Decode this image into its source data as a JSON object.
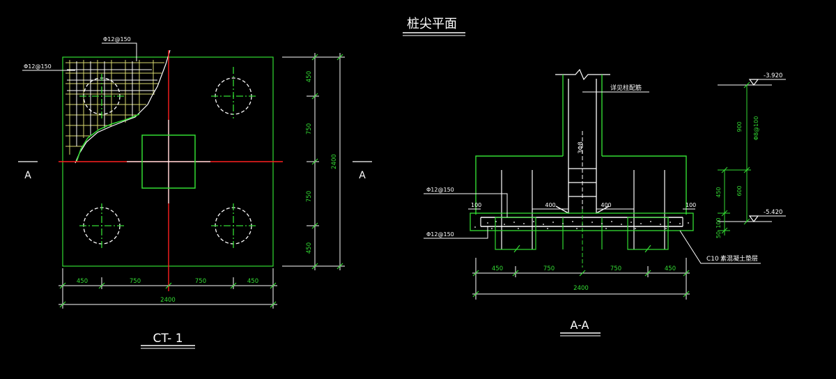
{
  "title": "桩尖平面",
  "plan": {
    "label": "CT- 1",
    "bar_top": "Φ12@150",
    "bar_left": "Φ12@150",
    "section_mark": "A",
    "dims_bottom": [
      "450",
      "750",
      "750",
      "450"
    ],
    "dim_total": "2400",
    "dims_right": [
      "450",
      "750",
      "750",
      "450"
    ]
  },
  "section": {
    "label": "A-A",
    "note_column": "详见柱配筋",
    "bar_upper": "Φ12@150",
    "bar_lower": "Φ12@150",
    "stirrup": "3Φ8",
    "cover_left": "100",
    "cover_right": "100",
    "half_left": "400",
    "half_right": "400",
    "elev_top": "-3.920",
    "elev_bottom": "-5.420",
    "dim_900": "900",
    "tie": "Φ8@100",
    "dim_600": "600",
    "dim_450": "450",
    "dim_100": "100",
    "dim_50": "50",
    "cushion": "C10",
    "cushion_text": "素混凝土垫层",
    "dims_bottom": [
      "450",
      "750",
      "750",
      "450"
    ],
    "dim_total": "2400"
  },
  "colors": {
    "background": "#000000",
    "line": "#ffffff",
    "dim": "#33dd33",
    "center": "#ff2020",
    "hatch": "#d8d870"
  }
}
